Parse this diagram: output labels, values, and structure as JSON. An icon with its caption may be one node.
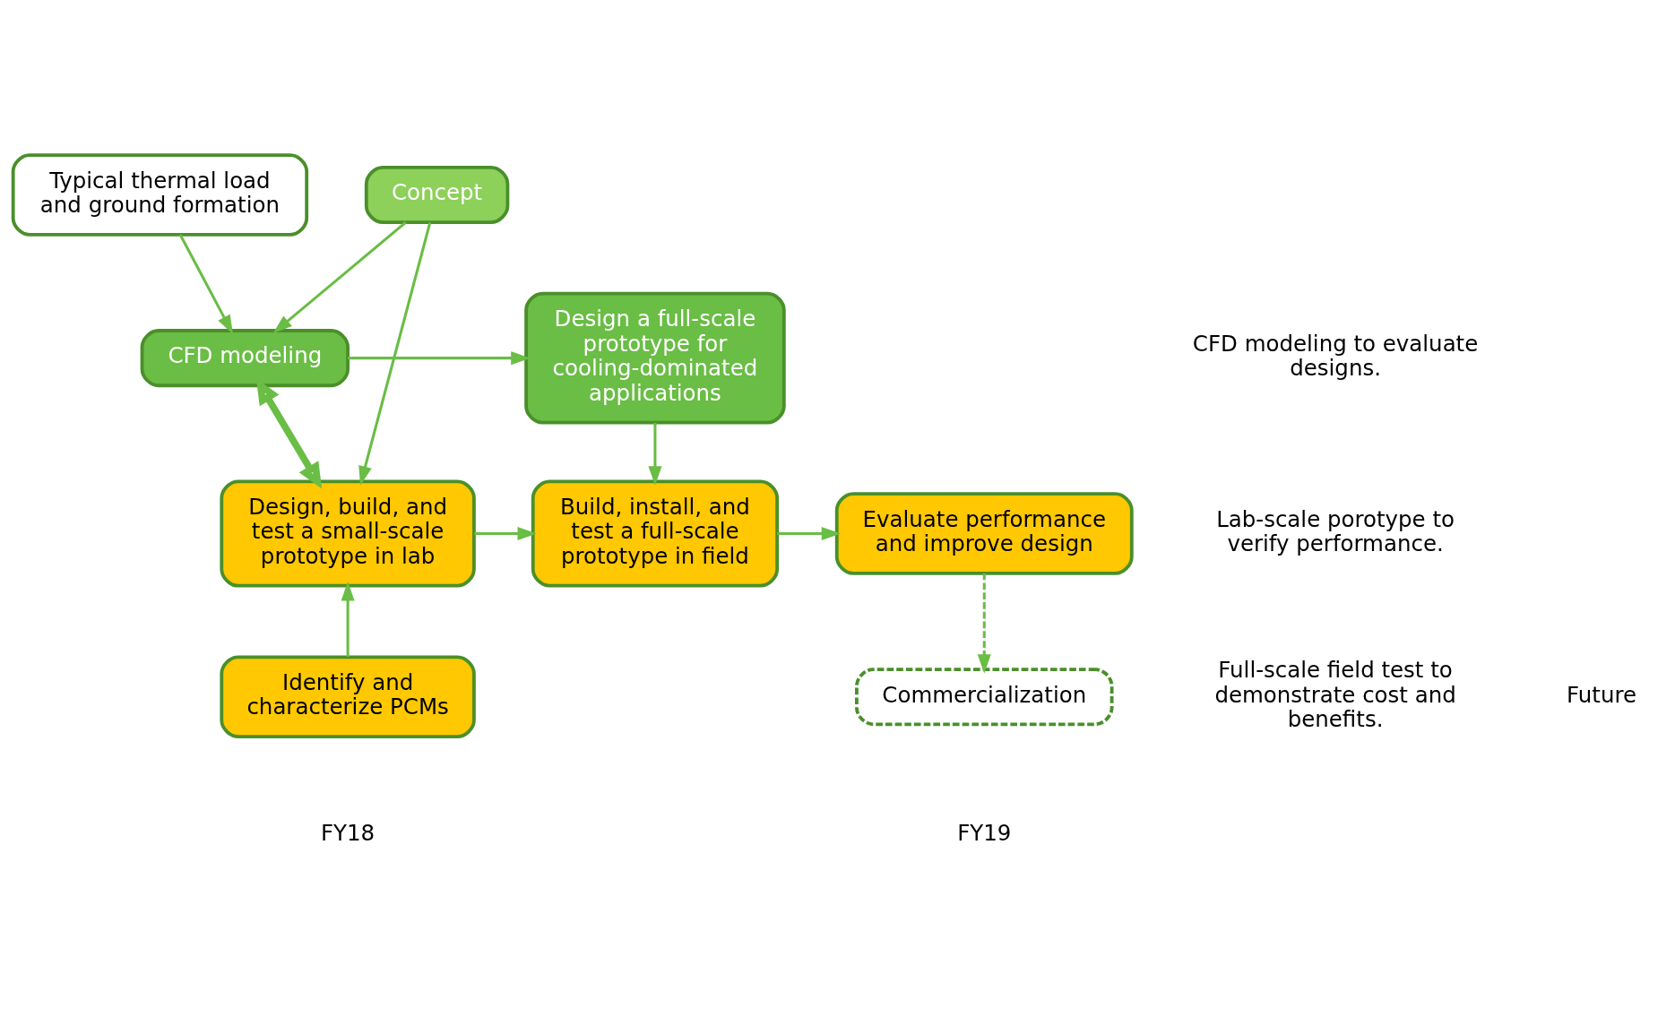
{
  "diagram": {
    "nodes": [
      {
        "text": [
          "Typical thermal load and ground formation"
        ]
      },
      {
        "text": [
          "CFD modeling"
        ]
      },
      {
        "text": [
          "Design a full-scale prototype for cooling-dominated applications"
        ]
      },
      {
        "text": [
          "Concept"
        ]
      },
      {
        "text": [
          "Design, build, and test a small-scale prototype in lab"
        ]
      },
      {
        "text": [
          "Build, install, and test a full-scale prototype in field"
        ]
      },
      {
        "text": [
          "Evaluate performance and improve design"
        ]
      },
      {
        "text": [
          "Identify and characterize PCMs"
        ]
      },
      {
        "text": [
          "Commercialization"
        ]
      }
    ],
    "edges": [
      {
        "from": 0,
        "to": 1,
        "arrow": "to"
      },
      {
        "from": 3,
        "to": 1,
        "arrow": "to"
      },
      {
        "from": 1,
        "to": 2,
        "arrow": "to"
      },
      {
        "from": 1,
        "to": 4,
        "arrow": "both",
        "style": "thick"
      },
      {
        "from": 3,
        "to": 4,
        "arrow": "to"
      },
      {
        "from": 2,
        "to": 5,
        "arrow": "to"
      },
      {
        "from": 4,
        "to": 5,
        "arrow": "to"
      },
      {
        "from": 5,
        "to": 6,
        "arrow": "to"
      },
      {
        "from": 7,
        "to": 4,
        "arrow": "to"
      },
      {
        "from": 6,
        "to": 8,
        "arrow": "to",
        "style": "dashed"
      }
    ],
    "labels": [
      "CFD modeling to evaluate designs.",
      "Lab-scale porotype to verify performance.",
      "Full-scale field test to demonstrate cost and benefits.",
      "Future",
      "FY18",
      "FY19"
    ]
  }
}
